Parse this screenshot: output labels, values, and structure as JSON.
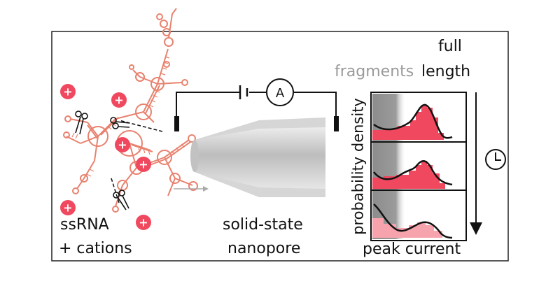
{
  "figure": {
    "left_labels": {
      "line1": "ssRNA",
      "line2": "+ cations"
    },
    "middle_labels": {
      "line1": "solid-state",
      "line2": "nanopore"
    },
    "ammeter_symbol": "A",
    "cation_symbol": "+",
    "header_labels": {
      "fragments": "fragments",
      "full_top": "full",
      "full_bottom": "length"
    },
    "y_axis_label": "probability density",
    "x_axis_label": "peak current"
  },
  "colors": {
    "rna": "#e8826f",
    "cation": "#f0485e",
    "histogram_fill": "#f0485e",
    "fragments_region": "#8c8c8c",
    "fragments_text": "#9a9a9a",
    "pore": "#c8c8c8",
    "line": "#111111"
  },
  "icons": {
    "scissors": "scissors-icon",
    "clock": "clock-icon",
    "ammeter": "ammeter-icon",
    "battery": "battery-icon",
    "time_arrow": "arrow-down-icon"
  }
}
